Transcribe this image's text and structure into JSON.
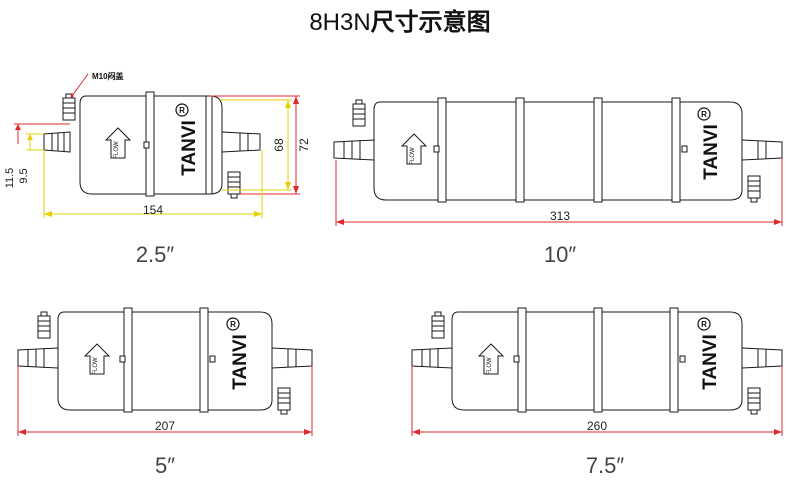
{
  "title": {
    "model": "8H3N",
    "text": "尺寸示意图"
  },
  "brand": "TANVI",
  "brand_mark": "R",
  "flow_label": "FLOW",
  "callout": "M10闷盖",
  "filters": [
    {
      "id": "f25",
      "size_label": "2.5″",
      "length": "154",
      "height_outer": "72",
      "height_inner": "68",
      "port_offset_a": "11.5",
      "port_offset_b": "9.5"
    },
    {
      "id": "f10",
      "size_label": "10″",
      "length": "313"
    },
    {
      "id": "f5",
      "size_label": "5″",
      "length": "207"
    },
    {
      "id": "f75",
      "size_label": "7.5″",
      "length": "260"
    }
  ],
  "colors": {
    "outline": "#1a1a1a",
    "dimension_red": "#e0282e",
    "dimension_yellow": "#e6d000"
  }
}
